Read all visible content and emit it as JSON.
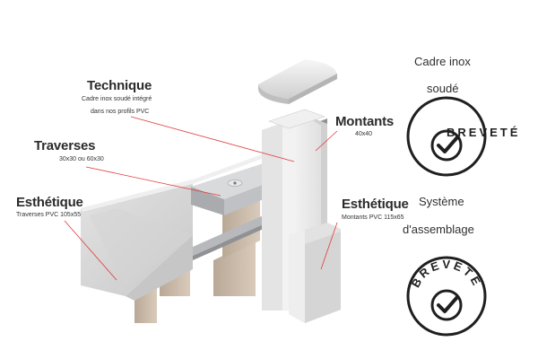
{
  "callouts": {
    "technique": {
      "title": "Technique",
      "line1": "Cadre inox soudé intégré",
      "line2": "dans nos profils PVC"
    },
    "montants": {
      "title": "Montants",
      "sub": "40x40"
    },
    "traverses": {
      "title": "Traverses",
      "sub": "30x30 ou 60x30"
    },
    "esthetique_left": {
      "title": "Esthétique",
      "sub": "Traverses PVC 105x55"
    },
    "esthetique_right": {
      "title": "Esthétique",
      "sub": "Montants PVC 115x65"
    }
  },
  "sidebar": {
    "feature1": {
      "line1": "Cadre inox",
      "line2": "soudé"
    },
    "feature2": {
      "line1": "Système",
      "line2": "d'assemblage"
    }
  },
  "badges": {
    "label": "BREVETÉ"
  },
  "colors": {
    "leader": "#e23a3a",
    "pvc": "#e6e6e6",
    "steel": "#8e9094",
    "slat": "#c8b8a6",
    "text": "#2b2b2b"
  }
}
